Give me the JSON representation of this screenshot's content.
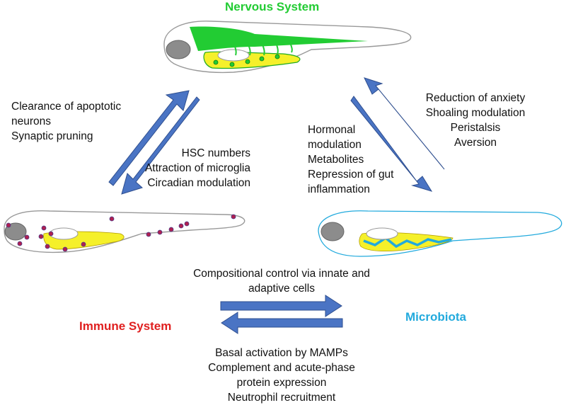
{
  "titles": {
    "nervous": "Nervous System",
    "immune": "Immune System",
    "microbiota": "Microbiota"
  },
  "colors": {
    "nervous": "#22cc33",
    "immune": "#e02020",
    "microbiota": "#22aadd",
    "arrow": "#4a74c4",
    "arrow_edge": "#2f4f8f",
    "yolk": "#f5f02a",
    "eye": "#8c8c8c",
    "macrophage": "#b02050"
  },
  "labels": {
    "immune_to_nervous": [
      "Clearance of apoptotic",
      "neurons",
      "Synaptic pruning"
    ],
    "nervous_to_immune": [
      "HSC numbers",
      "Attraction of microglia",
      "Circadian modulation"
    ],
    "microbiota_to_nervous": [
      "Hormonal",
      "modulation",
      "Metabolites",
      "Repression of gut",
      "inflammation"
    ],
    "nervous_to_microbiota": [
      "Reduction of anxiety",
      "Shoaling modulation",
      "Peristalsis",
      "Aversion"
    ],
    "immune_to_microbiota": [
      "Compositional control via innate and",
      "adaptive cells"
    ],
    "microbiota_to_immune": [
      "Basal activation by MAMPs",
      "Complement and acute-phase",
      "protein expression",
      "Neutrophil recruitment"
    ]
  }
}
